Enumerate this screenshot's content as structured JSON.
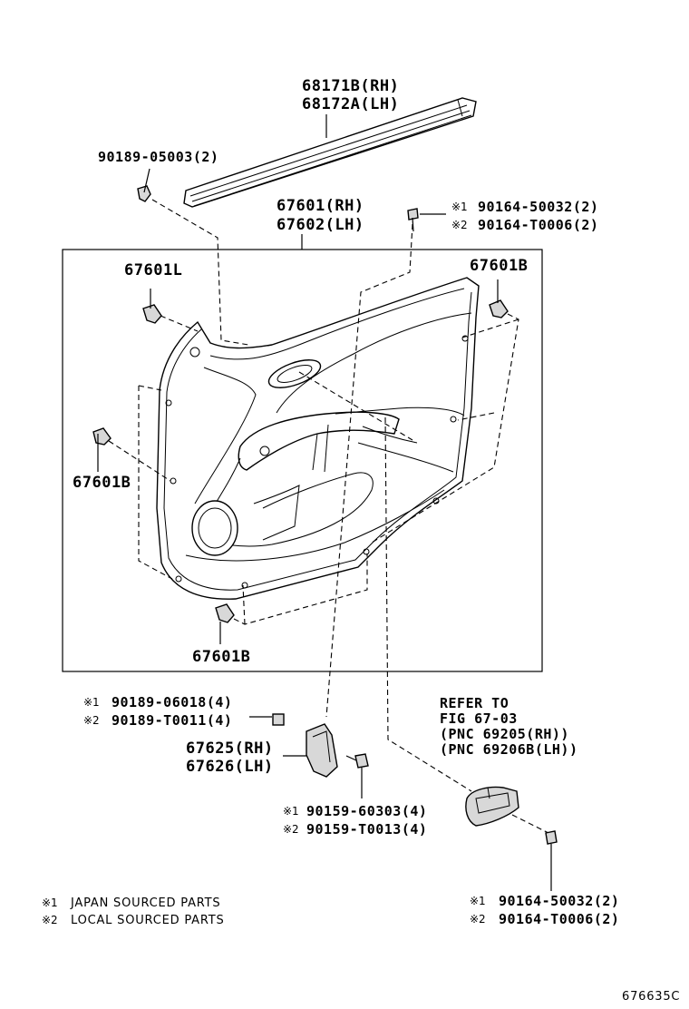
{
  "labels": {
    "weatherstrip_rh": "68171B(RH)",
    "weatherstrip_lh": "68172A(LH)",
    "clip_90189_05003": "90189-05003(2)",
    "board_rh": "67601(RH)",
    "board_lh": "67602(LH)",
    "screw_top_1": "90164-50032(2)",
    "screw_top_2": "90164-T0006(2)",
    "clip_top_left": "67601L",
    "clip_top_right": "67601B",
    "clip_left": "67601B",
    "clip_bottom": "67601B",
    "nut_1": "90189-06018(4)",
    "nut_2": "90189-T0011(4)",
    "bracket_rh": "67625(RH)",
    "bracket_lh": "67626(LH)",
    "bolt_1": "90159-60303(4)",
    "bolt_2": "90159-T0013(4)",
    "refer_line1": "REFER TO",
    "refer_line2": "FIG 67-03",
    "refer_line3": "(PNC 69205(RH))",
    "refer_line4": "(PNC 69206B(LH))",
    "screw_bottom_1": "90164-50032(2)",
    "screw_bottom_2": "90164-T0006(2)",
    "legend_1": "JAPAN SOURCED PARTS",
    "legend_2": "LOCAL SOURCED PARTS",
    "figure_id": "676635C"
  },
  "marks": {
    "m1": "※1",
    "m2": "※2"
  }
}
